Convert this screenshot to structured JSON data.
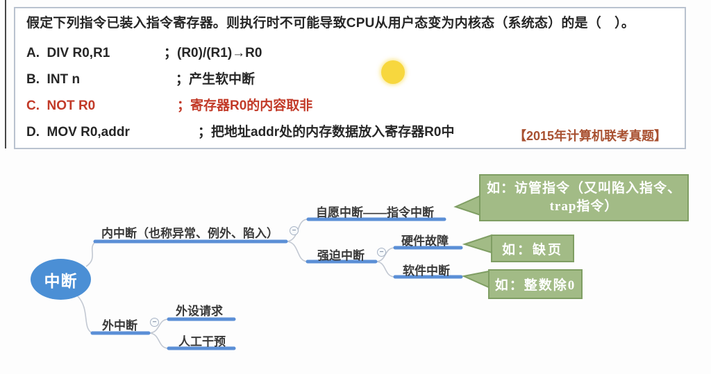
{
  "colors": {
    "root_node_blue": "#4b8fd5",
    "branch_line_blue": "#5b8fd6",
    "connector_gray": "#c2c8d2",
    "callout_green_bg": "#a2bb86",
    "callout_green_border": "#7f9e63",
    "option_c_red": "#c23a28",
    "source_orange_red": "#a85030",
    "highlight_dot_yellow": "#f7d73e"
  },
  "question": {
    "prompt": "假定下列指令已装入指令寄存器。则执行时不可能导致CPU从用户态变为内核态（系统态）的是（　）。",
    "options": [
      {
        "code": "A.  DIV R0,R1",
        "comment": "；(R0)/(R1)→R0"
      },
      {
        "code": "B.  INT n",
        "comment": "；产生软中断"
      },
      {
        "code": "C.  NOT R0",
        "comment": "；寄存器R0的内容取非"
      },
      {
        "code": "D.  MOV R0,addr",
        "comment": "；把地址addr处的内存数据放入寄存器R0中"
      }
    ],
    "source": "【2015年计算机联考真题】"
  },
  "mindmap": {
    "root": "中断",
    "inner": "内中断（也称异常、例外、陷入）",
    "voluntary": "自愿中断——指令中断",
    "forced": "强迫中断",
    "hardware": "硬件故障",
    "software": "软件中断",
    "outer": "外中断",
    "peripheral": "外设请求",
    "manual": "人工干预",
    "collapse_glyph": "−",
    "callouts": {
      "voluntary_example": "如：访管指令（又叫陷入指令、\ntrap指令）",
      "hardware_example": "如：缺页",
      "software_example": "如：整数除0"
    }
  }
}
